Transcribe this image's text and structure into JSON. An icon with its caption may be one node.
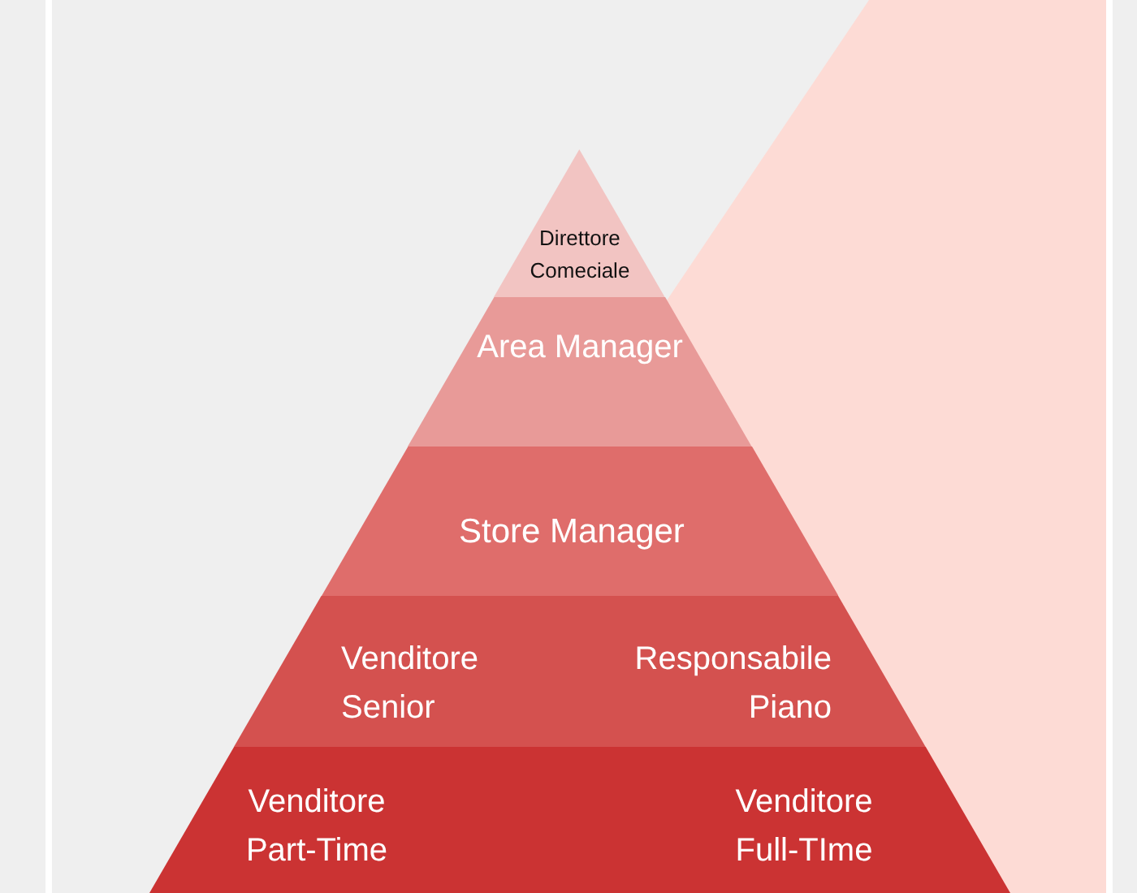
{
  "diagram": {
    "nodes": [
      {
        "text": [
          "Direttore Comeciale"
        ]
      },
      {
        "text": [
          "Area Manager"
        ]
      },
      {
        "text": [
          "Store Manager"
        ]
      },
      {
        "text": [
          "Venditore Senior",
          "Responsabile Piano"
        ]
      },
      {
        "text": [
          "Venditore Part-Time",
          "Venditore Full-TIme"
        ]
      }
    ]
  }
}
